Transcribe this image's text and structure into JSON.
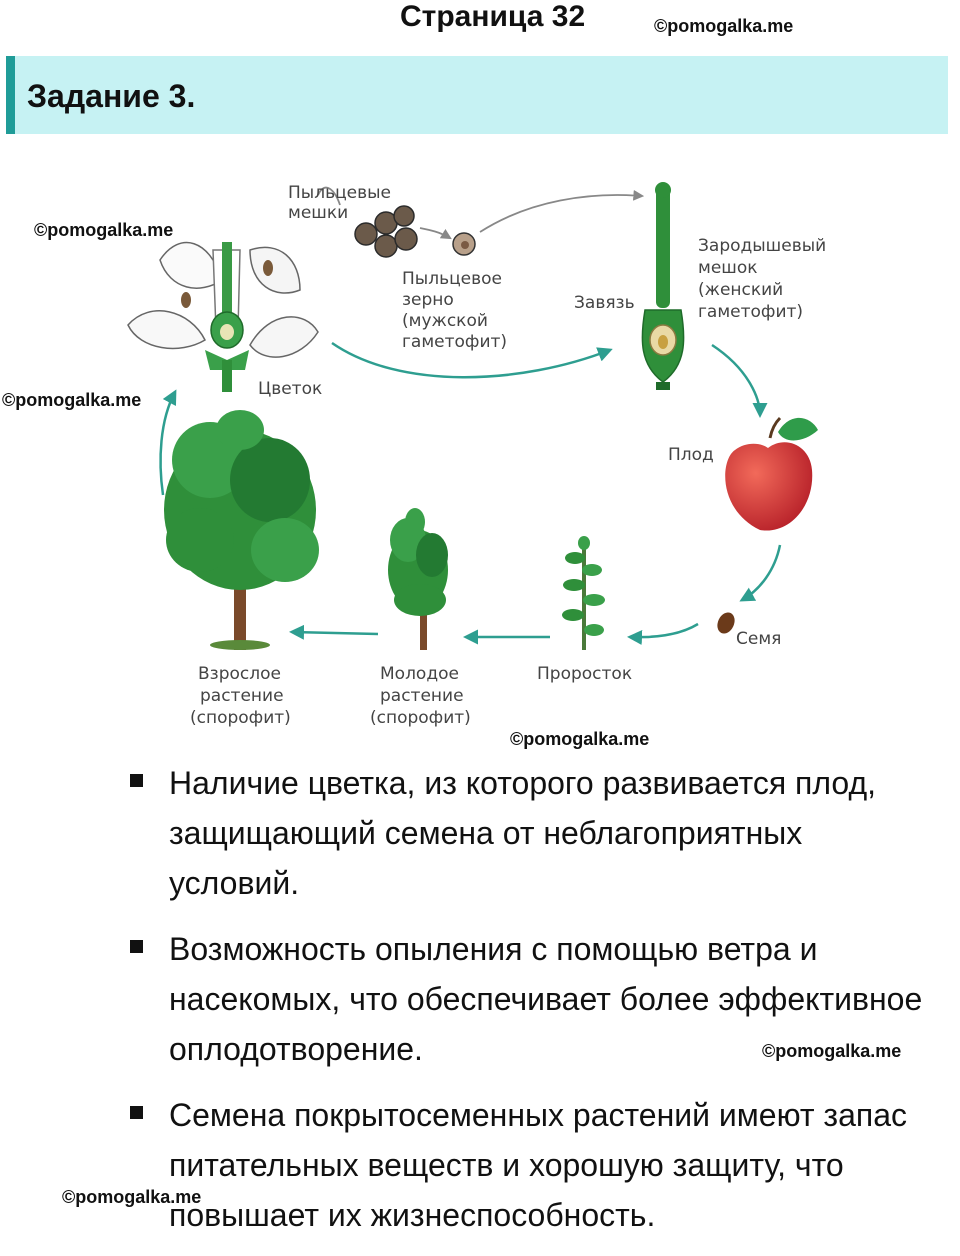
{
  "header": {
    "page_title": "Страница 32"
  },
  "watermarks": [
    "©pomogalka.me",
    "©pomogalka.me",
    "©pomogalka.me",
    "©pomogalka.me",
    "©pomogalka.me",
    "©pomogalka.me"
  ],
  "task": {
    "title": "Задание 3."
  },
  "diagram": {
    "labels": {
      "pollen_sacs": [
        "Пыльцевые",
        "мешки"
      ],
      "pollen_grain": [
        "Пыльцевое",
        "зерно",
        "(мужской",
        "гаметофит)"
      ],
      "ovary": [
        "Завязь"
      ],
      "embryo_sac": [
        "Зародышевый",
        "мешок",
        "(женский",
        "гаметофит)"
      ],
      "flower": [
        "Цветок"
      ],
      "fruit": [
        "Плод"
      ],
      "seed": [
        "Семя"
      ],
      "seedling": [
        "Проросток"
      ],
      "young_plant": [
        "Молодое",
        "растение",
        "(спорофит)"
      ],
      "adult_plant": [
        "Взрослое",
        "растение",
        "(спорофит)"
      ]
    },
    "colors": {
      "arrow": "#2e9e90",
      "plant_green": "#2f8f3a",
      "apple_red": "#d63a3a"
    }
  },
  "bullets": [
    {
      "lines": [
        "Наличие цветка, из которого развивается плод,",
        "защищающий семена от неблагоприятных",
        "условий."
      ]
    },
    {
      "lines": [
        "Возможность опыления с помощью ветра и",
        "насекомых, что обеспечивает более эффективное",
        "оплодотворение."
      ]
    },
    {
      "lines": [
        "Семена покрытосеменных растений имеют запас",
        "питательных веществ и хорошую защиту, что",
        "повышает их жизнеспособность."
      ]
    }
  ]
}
